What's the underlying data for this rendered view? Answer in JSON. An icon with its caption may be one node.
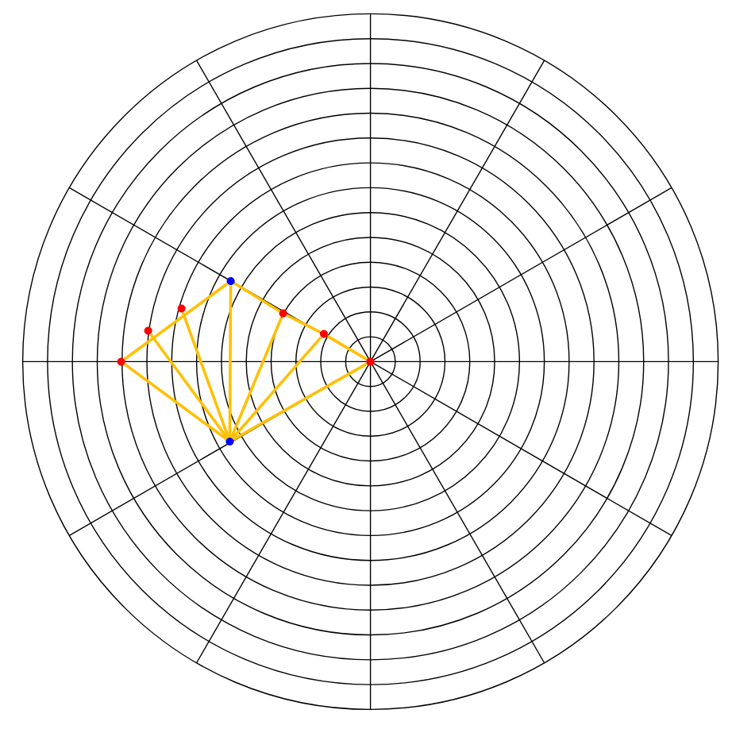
{
  "diagram": {
    "nodes": [
      {
        "text": [],
        "shape": "circle"
      },
      {
        "text": [],
        "shape": "circle"
      },
      {
        "text": [],
        "shape": "circle"
      },
      {
        "text": [],
        "shape": "circle"
      },
      {
        "text": [],
        "shape": "circle"
      },
      {
        "text": [],
        "shape": "circle"
      },
      {
        "text": [],
        "shape": "circle"
      },
      {
        "text": [],
        "shape": "circle"
      }
    ],
    "edges": [
      {
        "from": 0,
        "to": 2,
        "arrow": "none"
      },
      {
        "from": 2,
        "to": 4,
        "arrow": "none"
      },
      {
        "from": 4,
        "to": 6,
        "arrow": "none"
      },
      {
        "from": 0,
        "to": 5,
        "arrow": "none"
      },
      {
        "from": 5,
        "to": 7,
        "arrow": "none"
      },
      {
        "from": 7,
        "to": 6,
        "arrow": "none"
      },
      {
        "from": 7,
        "to": 3,
        "arrow": "none"
      },
      {
        "from": 7,
        "to": 1,
        "arrow": "none"
      },
      {
        "from": 7,
        "to": 0,
        "arrow": "none"
      },
      {
        "from": 7,
        "to": 2,
        "arrow": "none"
      },
      {
        "from": 7,
        "to": 4,
        "arrow": "none"
      }
    ]
  }
}
